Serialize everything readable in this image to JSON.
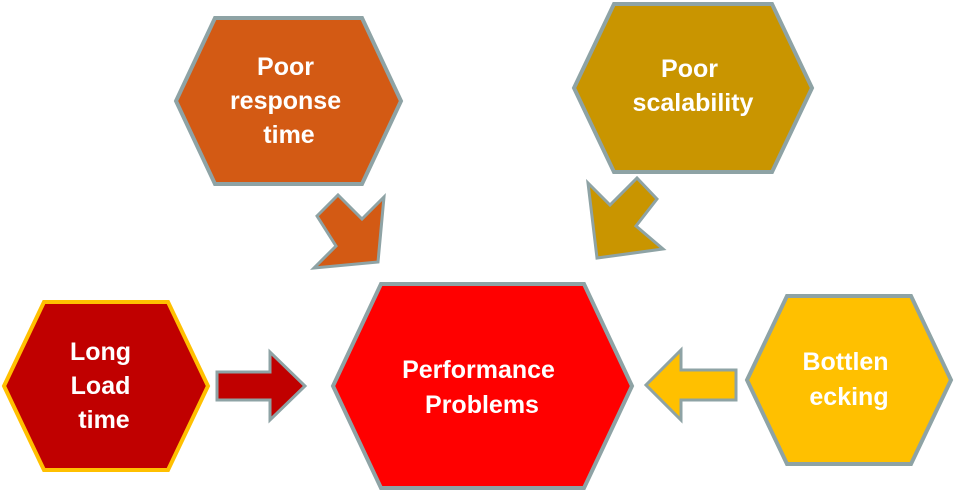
{
  "nodes": {
    "response": {
      "lines": [
        "Poor",
        "response",
        "time"
      ],
      "fill": "#d35a14",
      "stroke": "#8ea3a5"
    },
    "scalability": {
      "lines": [
        "Poor",
        "scalability"
      ],
      "fill": "#c99500",
      "stroke": "#8ea3a5"
    },
    "load": {
      "lines": [
        "Long",
        "Load",
        "time"
      ],
      "fill": "#c00000",
      "stroke": "#ffc000"
    },
    "center": {
      "lines": [
        "Performance",
        "Problems"
      ],
      "fill": "#ff0000",
      "stroke": "#8ea3a5"
    },
    "bottleneck": {
      "lines": [
        "Bottlen",
        "ecking"
      ],
      "fill": "#ffc000",
      "stroke": "#8ea3a5"
    }
  },
  "arrows": {
    "response": {
      "fill": "#d35a14"
    },
    "scalability": {
      "fill": "#c99500"
    },
    "load": {
      "fill": "#c00000"
    },
    "bottleneck": {
      "fill": "#ffc000"
    }
  },
  "arrow_stroke": "#8ea3a5"
}
